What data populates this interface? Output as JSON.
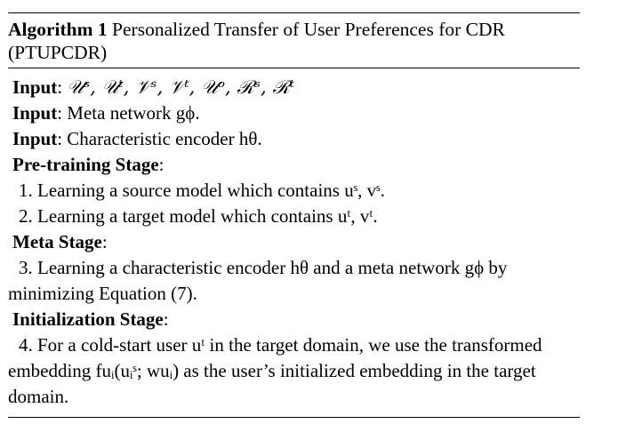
{
  "caption": {
    "label": "Algorithm 1",
    "title": "Personalized Transfer of User Preferences for CDR (PTUPCDR)"
  },
  "inputs": [
    {
      "keyword": "Input",
      "text": "𝒰ˢ, 𝒰ᵗ, 𝒱ˢ, 𝒱ᵗ, 𝒰ᵒ, ℛˢ, ℛᵗ"
    },
    {
      "keyword": "Input",
      "text": "Meta network gϕ."
    },
    {
      "keyword": "Input",
      "text": "Characteristic encoder hθ."
    }
  ],
  "stages": [
    {
      "title": "Pre-training Stage",
      "steps": [
        "1. Learning a source model which contains uˢ, vˢ.",
        "2. Learning a target model which contains uᵗ, vᵗ."
      ]
    },
    {
      "title": "Meta Stage",
      "steps": [
        "3. Learning a characteristic encoder hθ and a meta network gϕ by minimizing Equation (7)."
      ]
    },
    {
      "title": "Initialization Stage",
      "steps": [
        "4. For a cold-start user uᵗ in the target domain, we use the transformed embedding fuᵢ(uᵢˢ; wuᵢ) as the user’s initialized embedding in the target domain."
      ]
    }
  ]
}
